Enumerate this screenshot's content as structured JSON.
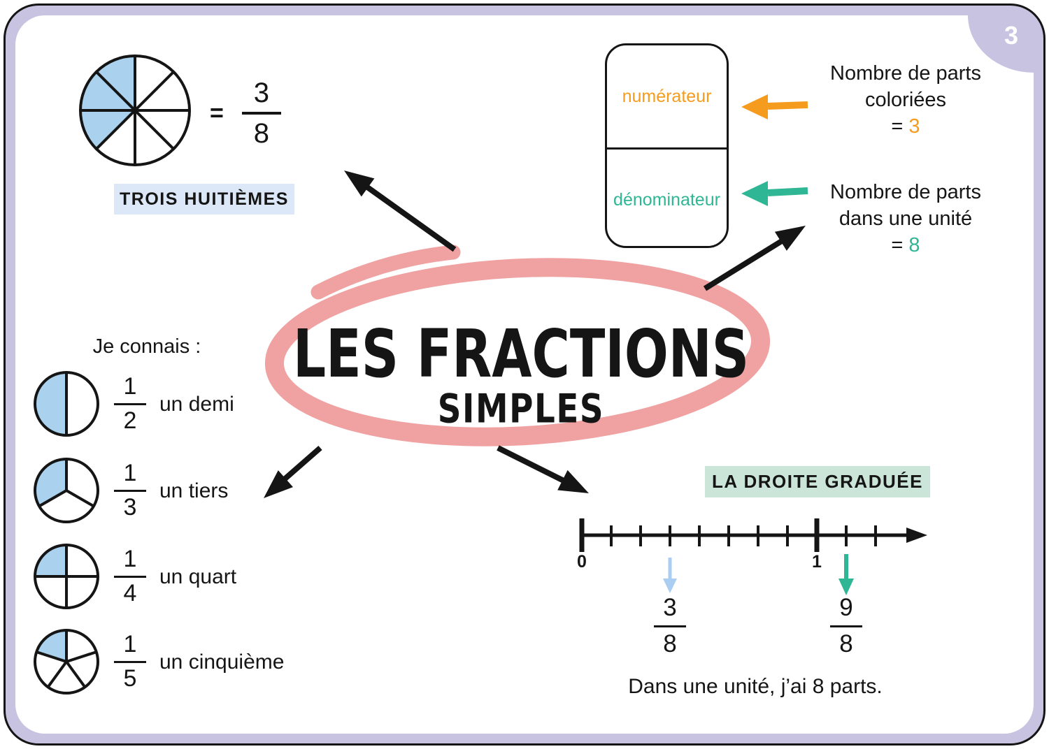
{
  "page": {
    "number": "3"
  },
  "colors": {
    "lavender": "#C8C3E0",
    "pink_ellipse": "#F0A1A1",
    "orange": "#F59C1E",
    "teal": "#2FB695",
    "light_blue_arrow": "#A9CEF2",
    "pie_fill_blue": "#AAD2EF",
    "highlight_blue_bg": "#DCE8F7",
    "highlight_green_bg": "#CBE5D8"
  },
  "top_left": {
    "equals": "=",
    "fraction": {
      "numerator": "3",
      "denominator": "8"
    },
    "label": "TROIS HUITIÈMES"
  },
  "fraction_box": {
    "numerator_label": "numérateur",
    "denominator_label": "dénominateur"
  },
  "annotations": {
    "numerator_note": {
      "line1": "Nombre de parts",
      "line2": "coloriées",
      "equals": "=",
      "value": "3"
    },
    "denominator_note": {
      "line1": "Nombre de parts",
      "line2": "dans une unité",
      "equals": "=",
      "value": "8"
    }
  },
  "title": {
    "main": "LES FRACTIONS",
    "sub": "SIMPLES"
  },
  "known_fractions": {
    "heading": "Je connais :",
    "items": [
      {
        "numerator": "1",
        "denominator": "2",
        "label": "un demi"
      },
      {
        "numerator": "1",
        "denominator": "3",
        "label": "un tiers"
      },
      {
        "numerator": "1",
        "denominator": "4",
        "label": "un quart"
      },
      {
        "numerator": "1",
        "denominator": "5",
        "label": "un cinquième"
      }
    ]
  },
  "number_line": {
    "label": "LA DROITE GRADUÉE",
    "tick_labels": [
      "0",
      "1"
    ],
    "marked_fractions": [
      {
        "numerator": "3",
        "denominator": "8"
      },
      {
        "numerator": "9",
        "denominator": "8"
      }
    ],
    "caption": "Dans une unité, j’ai 8 parts."
  }
}
